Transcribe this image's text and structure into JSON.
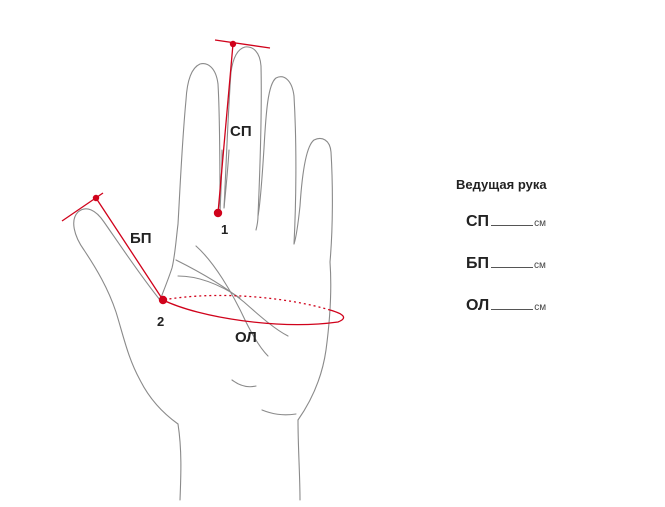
{
  "diagram": {
    "labels": {
      "middle_finger": "СП",
      "thumb": "БП",
      "palm_girth": "ОЛ",
      "point_1": "1",
      "point_2": "2"
    },
    "accent_color": "#d0021b",
    "outline_color": "#8a8a8a"
  },
  "form": {
    "title": "Ведущая рука",
    "rows": [
      {
        "code": "СП",
        "unit": "см"
      },
      {
        "code": "БП",
        "unit": "см"
      },
      {
        "code": "ОЛ",
        "unit": "см"
      }
    ]
  }
}
